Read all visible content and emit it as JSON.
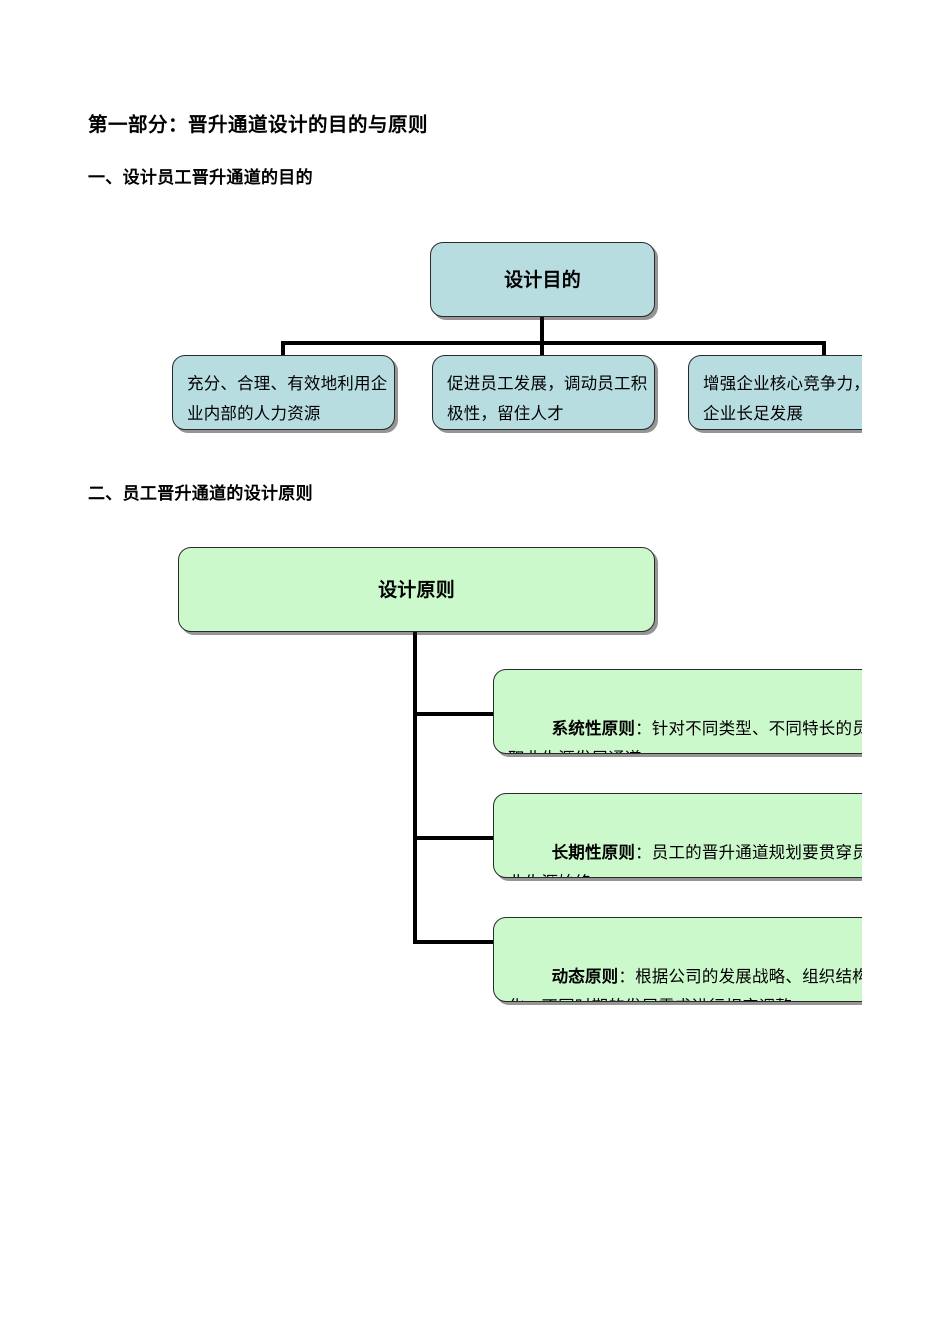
{
  "document": {
    "heading_main": "第一部分：晋升通道设计的目的与原则",
    "section_1_heading": "一、设计员工晋升通道的目的",
    "section_2_heading": "二、员工晋升通道的设计原则"
  },
  "colors": {
    "blue_fill": "#b7dde1",
    "green_fill": "#ccf9cc",
    "border": "#2a2a2a",
    "connector": "#000000",
    "text": "#000000",
    "page_background": "#ffffff"
  },
  "diagram_purpose": {
    "type": "org-chart",
    "orientation": "top-down",
    "root": {
      "label": "设计目的"
    },
    "children": [
      {
        "label": "充分、合理、有效地利用企业内部的人力资源"
      },
      {
        "label": "促进员工发展，调动员工积极性，留住人才"
      },
      {
        "label": "增强企业核心竞争力，促进企业长足发展"
      }
    ]
  },
  "diagram_principle": {
    "type": "org-chart",
    "orientation": "left-spine",
    "root": {
      "label": "设计原则"
    },
    "children": [
      {
        "term": "系统性原则",
        "separator": "：",
        "description": "针对不同类型、不同特长的员工设计职业生涯发展通道"
      },
      {
        "term": "长期性原则",
        "separator": "：",
        "description": "员工的晋升通道规划要贯穿员工的职业生涯始终"
      },
      {
        "term": "动态原则",
        "separator": "：",
        "description": "根据公司的发展战略、组织结构的变化，不同时期的发展需求进行相应调整"
      }
    ]
  }
}
